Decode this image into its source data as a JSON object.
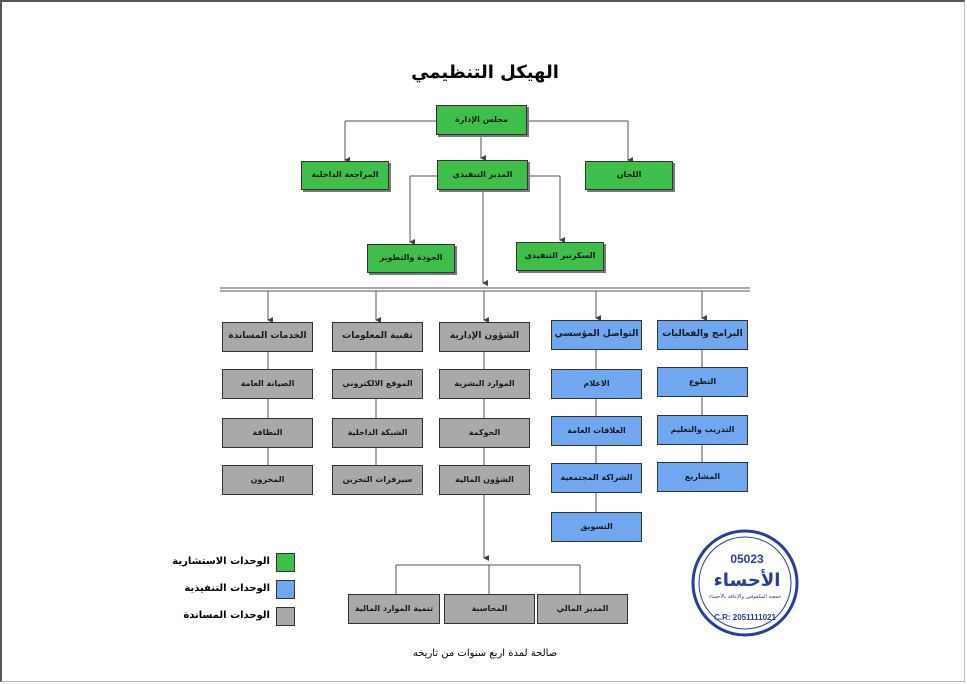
{
  "title": "الهيكل التنظيمي",
  "nodes": {
    "board": "مجلس الإدارة",
    "internal_audit": "المراجعة الداخلية",
    "ceo": "المدير التنفيذي",
    "committees": "اللجان",
    "quality": "الجودة والتطوير",
    "exec_secretary": "السكرتير التنفيذي"
  },
  "columns": {
    "support_services": {
      "head": "الخدمات المساندة",
      "items": [
        "الصيانة العامة",
        "النظافة",
        "المخزون"
      ]
    },
    "it": {
      "head": "تقنية المعلومات",
      "items": [
        "الموقع الالكتروني",
        "الشبكة الداخلية",
        "سيرفرات التخزين"
      ]
    },
    "admin": {
      "head": "الشؤون الإدارية",
      "items": [
        "الموارد البشرية",
        "الحوكمة",
        "الشؤون المالية"
      ]
    },
    "comms": {
      "head": "التواصل المؤسسي",
      "items": [
        "الاعلام",
        "العلاقات العامة",
        "الشراكة المجتمعية",
        "التسويق"
      ]
    },
    "programs": {
      "head": "البرامج والفعاليات",
      "items": [
        "التطوع",
        "التدريب والتعليم",
        "المشاريع"
      ]
    }
  },
  "finance": {
    "resource_dev": "تنمية الموارد المالية",
    "accounting": "المحاسبة",
    "fin_manager": "المدير المالي"
  },
  "legend": {
    "advisory": "الوحدات الاستشارية",
    "executive": "الوحدات التنفيذية",
    "support": "الوحدات المساندة"
  },
  "colors": {
    "advisory": "#3ebf49",
    "executive": "#6fa8f0",
    "support": "#a9a9a9"
  },
  "footer": "صالحة لمدة اربع سنوات من تاريخه",
  "stamp": {
    "number": "05023",
    "name": "الأحساء",
    "subtitle": "جمعية المكفوفين والإعاقة بالأحساء",
    "cr": "C.R: 2051111021"
  }
}
